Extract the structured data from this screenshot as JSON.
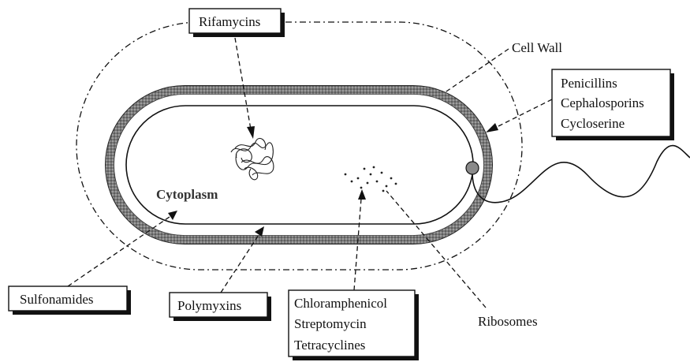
{
  "labels": {
    "rifamycins": "Rifamycins",
    "cell_wall": "Cell Wall",
    "wall_drugs": [
      "Penicillins",
      "Cephalosporins",
      "Cycloserine"
    ],
    "cytoplasm": "Cytoplasm",
    "sulfonamides": "Sulfonamides",
    "polymyxins": "Polymyxins",
    "ribosome_drugs": [
      "Chloramphenicol",
      "Streptomycin",
      "Tetracyclines"
    ],
    "ribosomes": "Ribosomes"
  }
}
